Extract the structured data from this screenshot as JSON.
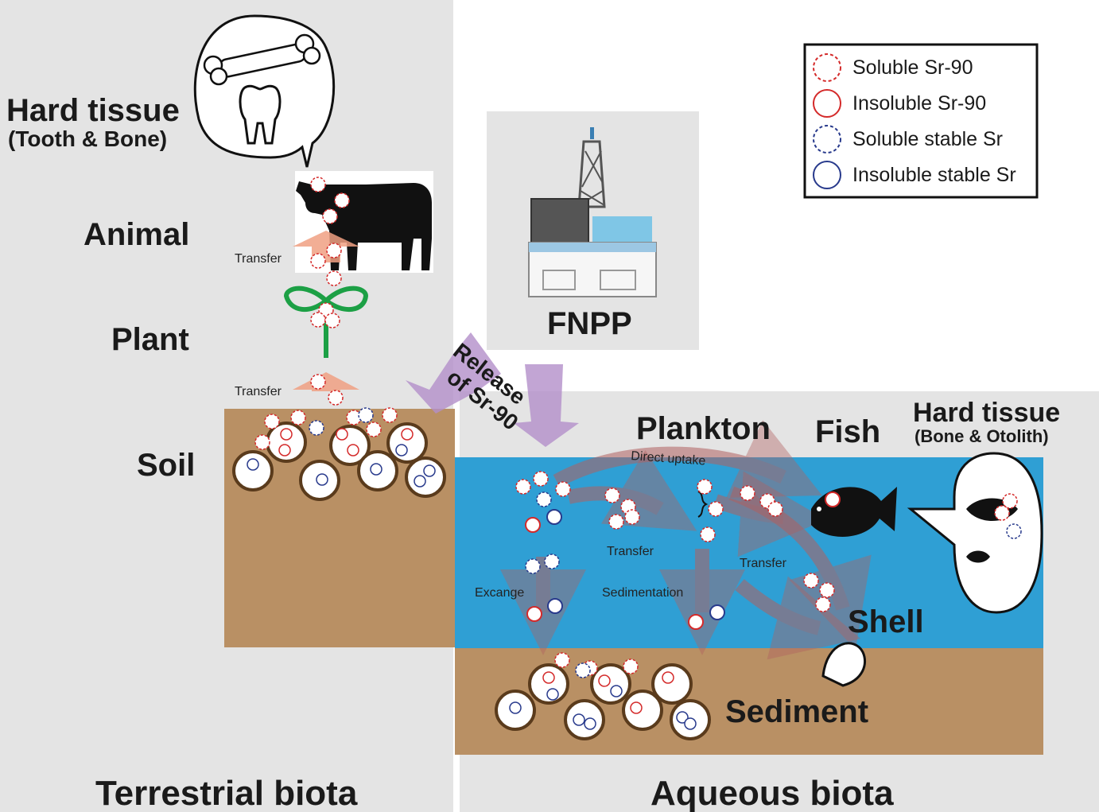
{
  "panels": {
    "terrestrial": "Terrestrial biota",
    "aqueous": "Aqueous biota"
  },
  "terrestrial": {
    "hard_tissue_title": "Hard tissue",
    "hard_tissue_sub": "(Tooth & Bone)",
    "animal": "Animal",
    "plant": "Plant",
    "soil": "Soil",
    "transfer_upper": "Transfer",
    "transfer_lower": "Transfer"
  },
  "source": {
    "label": "FNPP",
    "release_line1": "Release",
    "release_line2": "of Sr-90"
  },
  "aqueous": {
    "plankton": "Plankton",
    "fish": "Fish",
    "hard_tissue_title": "Hard tissue",
    "hard_tissue_sub": "(Bone & Otolith)",
    "shell": "Shell",
    "sediment": "Sediment",
    "direct_uptake": "Direct uptake",
    "transfer_1": "Transfer",
    "transfer_2": "Transfer",
    "exchange": "Excange",
    "sedimentation": "Sedimentation"
  },
  "legend": {
    "items": [
      {
        "label": "Soluble Sr-90",
        "color": "#d42a2a",
        "style": "dashed"
      },
      {
        "label": "Insoluble Sr-90",
        "color": "#d42a2a",
        "style": "solid"
      },
      {
        "label": "Soluble stable Sr",
        "color": "#283a8c",
        "style": "dashed"
      },
      {
        "label": "Insoluble stable Sr",
        "color": "#283a8c",
        "style": "solid"
      }
    ]
  },
  "colors": {
    "panel_gray": "#e4e4e4",
    "soil_brown": "#b99064",
    "water_blue": "#2f9fd4",
    "sr90_red": "#d42a2a",
    "stable_blue": "#283a8c",
    "release_arrow_purple": "#b38ec9",
    "transfer_arrow_salmon": "#f0a082",
    "plant_green": "#1ca045"
  }
}
